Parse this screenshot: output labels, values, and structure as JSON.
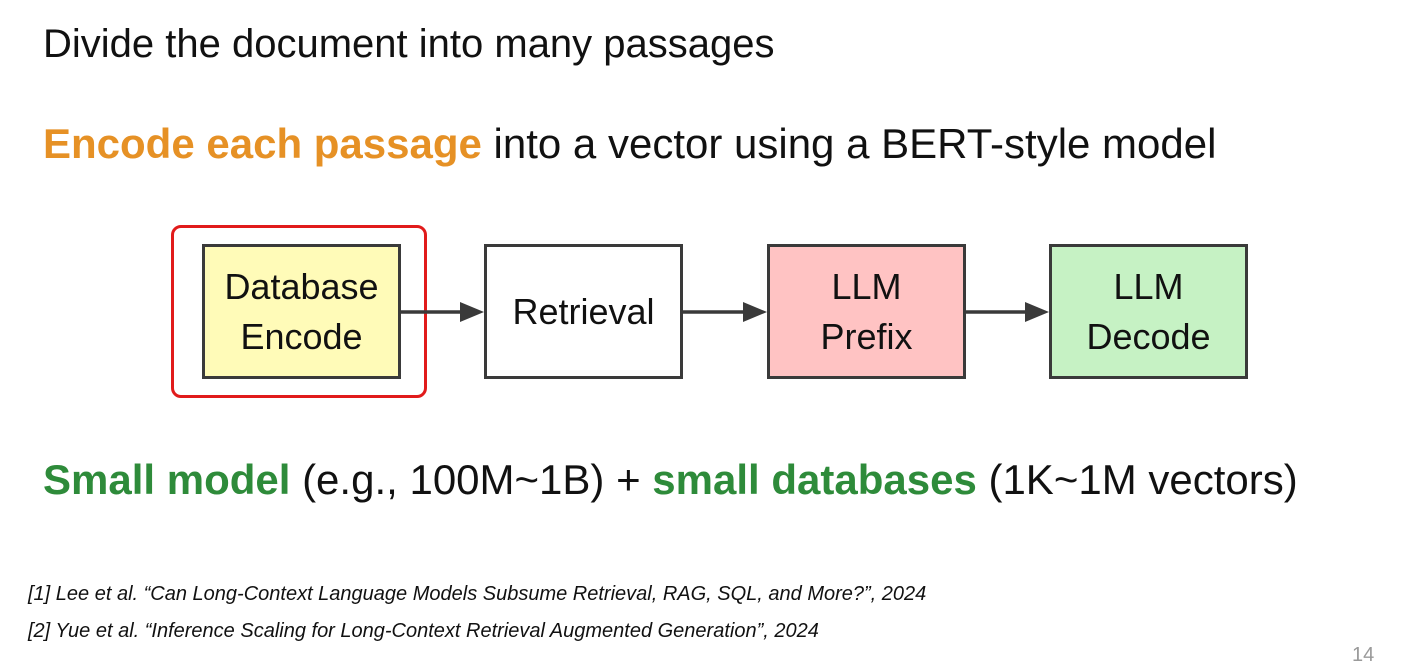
{
  "heading": {
    "line1": "Divide the document into many passages",
    "line2_highlight": "Encode each passage",
    "line2_rest": " into a vector using a BERT-style model"
  },
  "diagram": {
    "boxes": [
      {
        "label": "Database\nEncode",
        "fill": "#FFFBB8"
      },
      {
        "label": "Retrieval",
        "fill": "#FFFFFF"
      },
      {
        "label": "LLM\nPrefix",
        "fill": "#FFC3C3"
      },
      {
        "label": "LLM\nDecode",
        "fill": "#C6F2C4"
      }
    ],
    "highlight_color": "#E11B1B"
  },
  "summary": {
    "part1_highlight": "Small model",
    "part2": " (e.g., 100M~1B) + ",
    "part3_highlight": "small databases",
    "part4": " (1K~1M vectors)"
  },
  "references": [
    "[1] Lee et al. “Can Long-Context Language Models Subsume Retrieval, RAG, SQL, and More?”, 2024",
    "[2] Yue et al. “Inference Scaling for Long-Context Retrieval Augmented Generation”, 2024"
  ],
  "page_number": "14",
  "colors": {
    "orange": "#E69125",
    "green": "#2E8B3A",
    "border": "#3a3a3a"
  }
}
